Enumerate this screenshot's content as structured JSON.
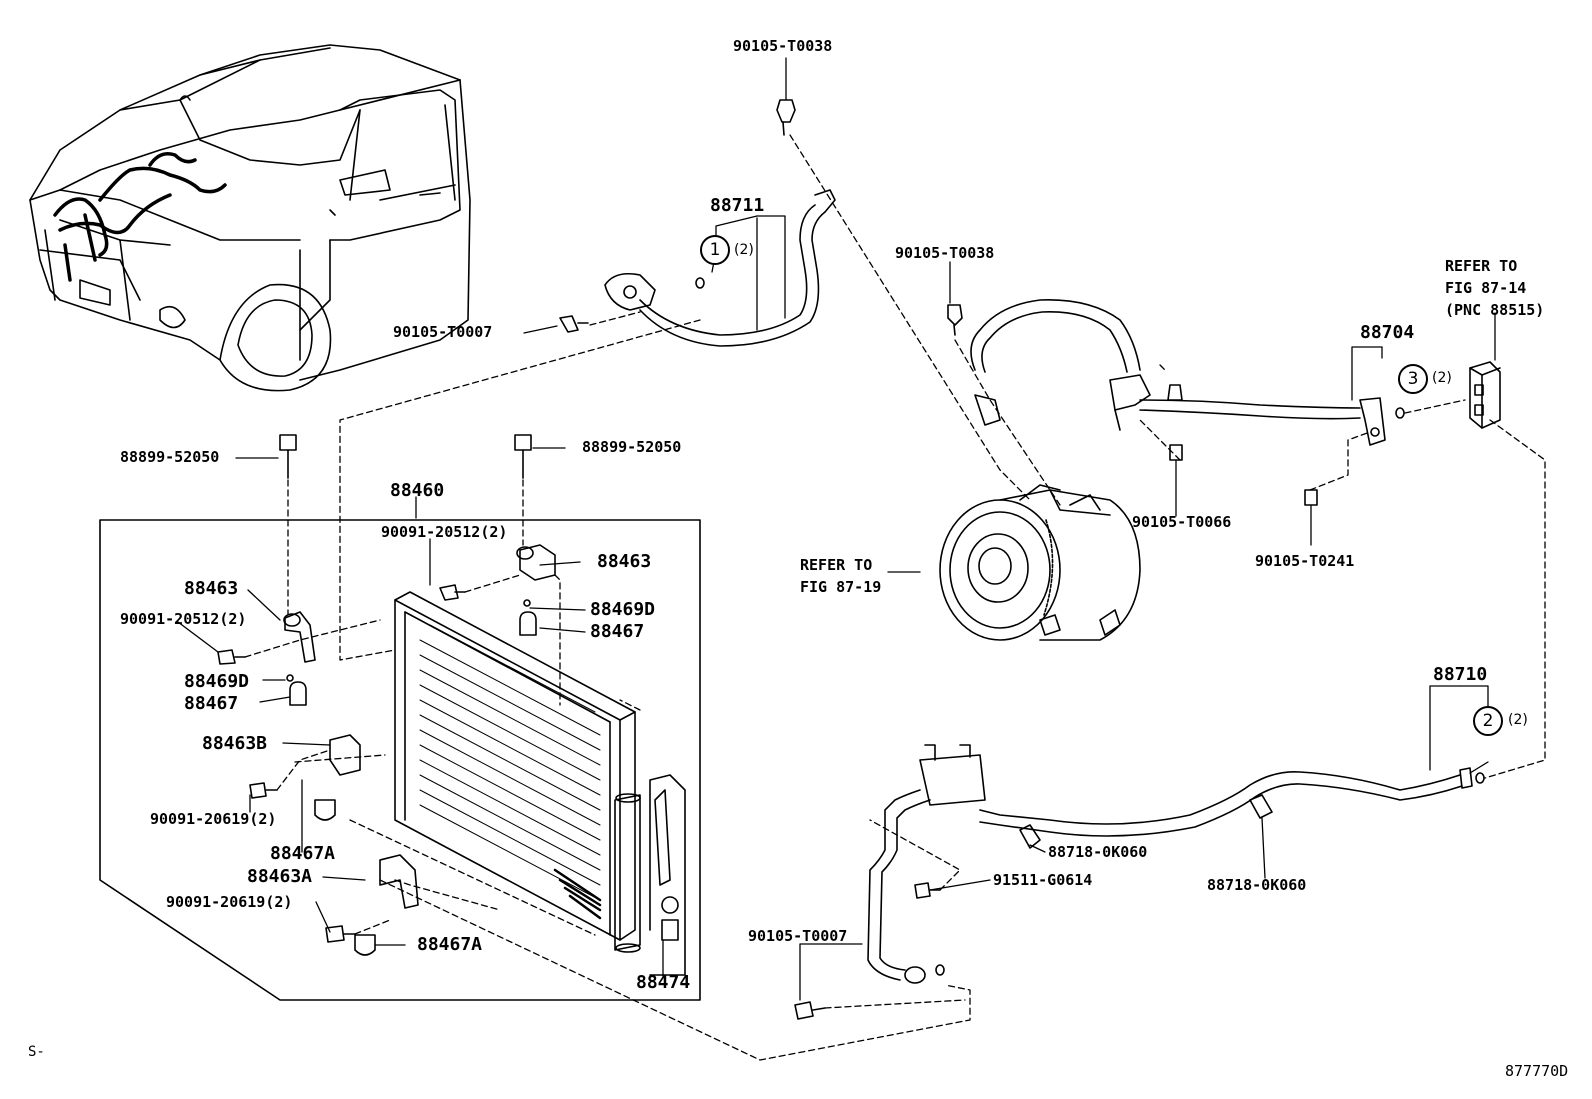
{
  "diagram": {
    "labels": {
      "p_90105_T0038_top": "90105-T0038",
      "p_88711": "88711",
      "p_90105_T0007_upper": "90105-T0007",
      "p_90105_T0038_mid": "90105-T0038",
      "p_88704": "88704",
      "p_90105_T0066": "90105-T0066",
      "p_90105_T0241": "90105-T0241",
      "p_88899_52050_left": "88899-52050",
      "p_88899_52050_right": "88899-52050",
      "p_88460": "88460",
      "p_90091_20512_top": "90091-20512(2)",
      "p_88463_right": "88463",
      "p_88463_left": "88463",
      "p_90091_20512_left": "90091-20512(2)",
      "p_88469D_right": "88469D",
      "p_88467_right": "88467",
      "p_88469D_left": "88469D",
      "p_88467_left": "88467",
      "p_88463B": "88463B",
      "p_90091_20619_upper": "90091-20619(2)",
      "p_88467A_upper": "88467A",
      "p_88463A": "88463A",
      "p_90091_20619_lower": "90091-20619(2)",
      "p_88467A_lower": "88467A",
      "p_88474": "88474",
      "p_88710": "88710",
      "p_88718_0K060_left": "88718-0K060",
      "p_88718_0K060_right": "88718-0K060",
      "p_91511_G0614": "91511-G0614",
      "p_90105_T0007_lower": "90105-T0007",
      "corner_left": "S-",
      "corner_right": "877770D"
    },
    "refer_compressor": [
      "REFER TO",
      "FIG 87-19"
    ],
    "refer_valve": [
      "REFER TO",
      "FIG 87-14",
      "(PNC 88515)"
    ],
    "callouts": {
      "c1": {
        "num": "1",
        "qty": "(2)"
      },
      "c2": {
        "num": "2",
        "qty": "(2)"
      },
      "c3": {
        "num": "3",
        "qty": "(2)"
      }
    }
  }
}
